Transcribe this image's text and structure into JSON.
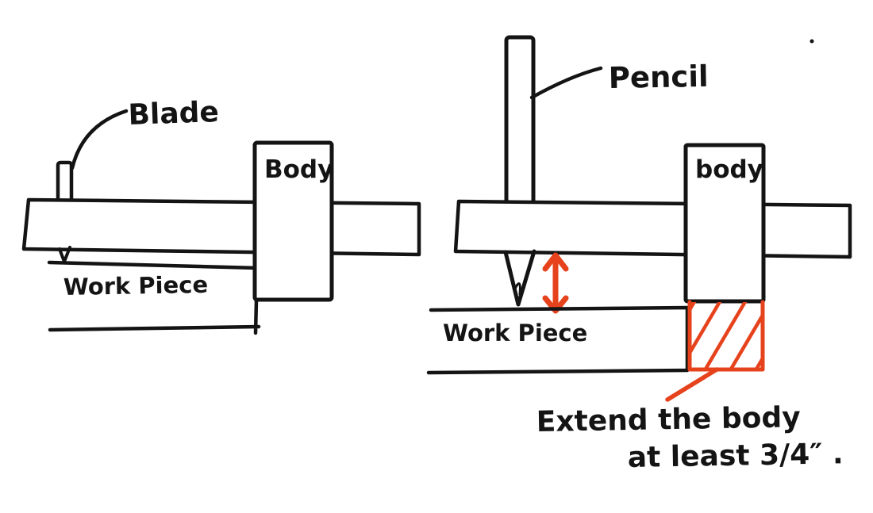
{
  "colors": {
    "ink": "#141414",
    "accent": "#e6431d",
    "paper": "#ffffff"
  },
  "left_diagram": {
    "blade_label": "Blade",
    "body_label": "Body",
    "workpiece_label": "Work Piece"
  },
  "right_diagram": {
    "pencil_label": "Pencil",
    "body_label": "body",
    "workpiece_label": "Work Piece",
    "annotation": {
      "line1": "Extend the body",
      "line2": "at least 3/4″ ."
    }
  }
}
